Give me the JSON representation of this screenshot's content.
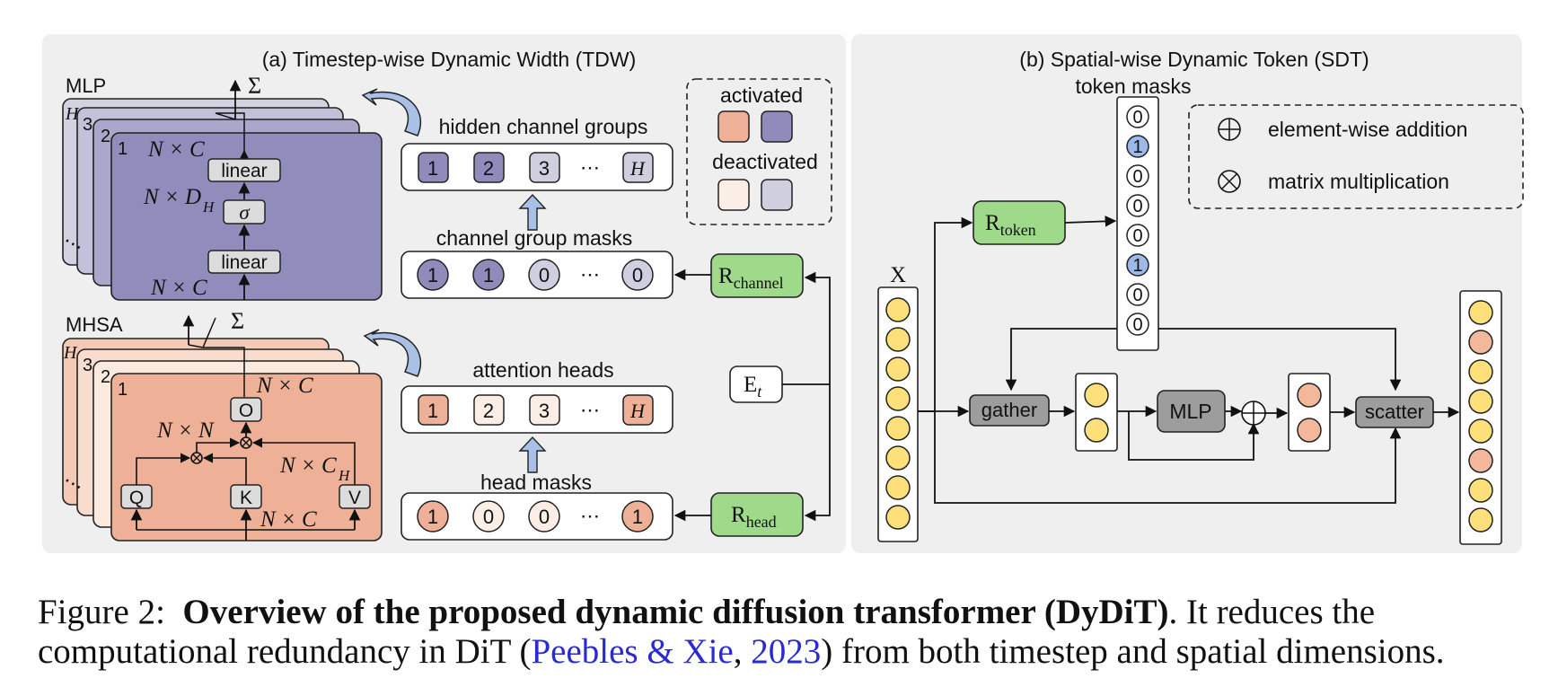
{
  "panel_a": {
    "title": "(a) Timestep-wise Dynamic Width (TDW)",
    "mlp": {
      "label": "MLP",
      "sum": "Σ",
      "stack_labels": [
        "H",
        "3",
        "2",
        "1"
      ],
      "dots": "⋯",
      "shape_top": "N × C",
      "layer1": "linear",
      "activation": "σ",
      "shape_mid": "N × D",
      "shape_mid_sub": "H",
      "layer2": "linear",
      "shape_bottom": "N × C"
    },
    "mhsa": {
      "label": "MHSA",
      "sum": "Σ",
      "stack_labels": [
        "H",
        "3",
        "2",
        "1"
      ],
      "dots": "⋯",
      "out_proj": "O",
      "shape_out": "N × C",
      "attn_shape": "N × N",
      "v_shape": "N × C",
      "v_shape_sub": "H",
      "q": "Q",
      "k": "K",
      "v": "V",
      "in_shape": "N × C"
    },
    "hidden_groups": {
      "title": "hidden channel groups",
      "cells": [
        "1",
        "2",
        "3",
        "⋯",
        "H"
      ]
    },
    "channel_masks": {
      "title": "channel group masks",
      "values": [
        "1",
        "1",
        "0",
        "⋯",
        "0"
      ]
    },
    "attention_heads": {
      "title": "attention heads",
      "cells": [
        "1",
        "2",
        "3",
        "⋯",
        "H"
      ]
    },
    "head_masks": {
      "title": "head masks",
      "values": [
        "1",
        "0",
        "0",
        "⋯",
        "1"
      ]
    },
    "legend": {
      "activated": "activated",
      "deactivated": "deactivated"
    },
    "router_channel": {
      "main": "R",
      "sub": "channel"
    },
    "router_head": {
      "main": "R",
      "sub": "head"
    },
    "embed": {
      "main": "E",
      "sub": "t"
    }
  },
  "panel_b": {
    "title": "(b) Spatial-wise Dynamic Token (SDT)",
    "token_masks_title": "token masks",
    "token_masks": [
      "0",
      "1",
      "0",
      "0",
      "0",
      "1",
      "0",
      "0"
    ],
    "input_label": "X",
    "router_token": {
      "main": "R",
      "sub": "token"
    },
    "gather": "gather",
    "mlp": "MLP",
    "scatter": "scatter",
    "legend_add": "element-wise addition",
    "legend_mul": "matrix multiplication"
  },
  "colors": {
    "panel_bg": "#efefef",
    "purple": "#8f8cbc",
    "purple_light": "#cfcfdf",
    "salmon": "#eeb096",
    "salmon_light": "#fbeee6",
    "router_green": "#9fd98a",
    "token_yellow": "#fde07a",
    "token_blue": "#9db9ea",
    "op_grey": "#9d9d9d"
  },
  "caption": {
    "prefix": "Figure 2:",
    "bold": "Overview of the proposed dynamic diffusion transformer (DyDiT)",
    "rest1": ". It reduces the",
    "line2_start": "computational redundancy in DiT (",
    "cite_author": "Peebles & Xie",
    "cite_sep": ", ",
    "cite_year": "2023",
    "line2_end": ") from both timestep and spatial dimensions."
  }
}
